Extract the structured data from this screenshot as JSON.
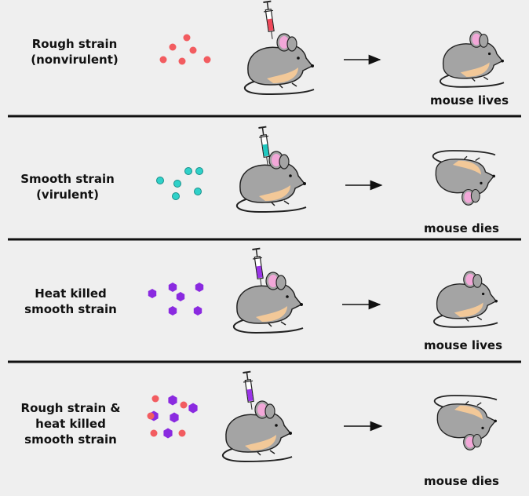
{
  "colors": {
    "background": "#efefef",
    "divider": "#111111",
    "mouse_body": "#a4a4a4",
    "mouse_belly": "#f2c898",
    "ear_inner": "#f2a7d8",
    "rough": "#f25c60",
    "smooth": "#2fd1c9",
    "heat_killed": "#8a2ae0",
    "syringe_rough": "#f0485a",
    "syringe_smooth": "#1fc8c0",
    "syringe_heat": "#9a34e8"
  },
  "rows": [
    {
      "label": "Rough strain\n(nonvirulent)",
      "particles": "rough",
      "syringe_color": "syringe_rough",
      "outcome": "mouse lives",
      "result": "alive"
    },
    {
      "label": "Smooth strain\n(virulent)",
      "particles": "smooth",
      "syringe_color": "syringe_smooth",
      "outcome": "mouse dies",
      "result": "dead"
    },
    {
      "label": "Heat killed\nsmooth strain",
      "particles": "heat",
      "syringe_color": "syringe_heat",
      "outcome": "mouse lives",
      "result": "alive"
    },
    {
      "label": "Rough strain &\nheat killed\nsmooth strain",
      "particles": "mixed",
      "syringe_color": "syringe_heat",
      "outcome": "mouse dies",
      "result": "dead"
    }
  ]
}
